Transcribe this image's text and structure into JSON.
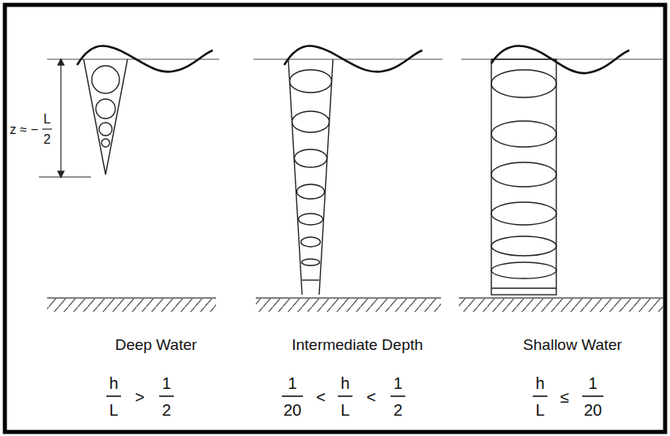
{
  "diagram": {
    "labels": [
      "z ≈ −",
      "L",
      "2",
      "Deep Water",
      "Intermediate Depth",
      "Shallow Water",
      "h",
      "L",
      ">",
      "1",
      "2",
      "1",
      "20",
      "<",
      "h",
      "L",
      "<",
      "1",
      "2",
      "h",
      "L",
      "≤",
      "1",
      "20"
    ]
  }
}
